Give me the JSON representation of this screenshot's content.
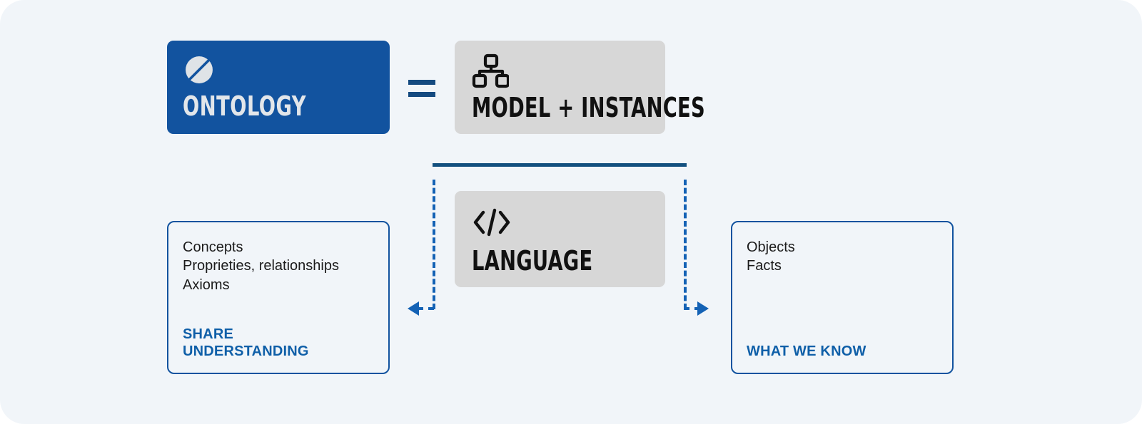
{
  "theme": {
    "canvas_bg": "#f1f5f9",
    "primary_blue": "#12539f",
    "accent_blue": "#0f5fa8",
    "connector_blue": "#1462b5",
    "rule_blue": "#13507f",
    "grey_card": "#d7d7d7",
    "text_dark": "#1b1b1b"
  },
  "ontology_card": {
    "title": "ONTOLOGY",
    "icon": "ontology-logo-icon"
  },
  "model_card": {
    "title": "MODEL + INSTANCES",
    "icon": "hierarchy-icon"
  },
  "language_card": {
    "title": "LANGUAGE",
    "icon": "code-brackets-icon"
  },
  "equals": {
    "symbol": "="
  },
  "left_box": {
    "lines": [
      "Concepts",
      "Proprieties, relationships",
      "Axioms"
    ],
    "tagline": [
      "SHARE",
      "UNDERSTANDING"
    ]
  },
  "right_box": {
    "lines": [
      "Objects",
      "Facts"
    ],
    "tagline": [
      "WHAT WE KNOW"
    ]
  }
}
